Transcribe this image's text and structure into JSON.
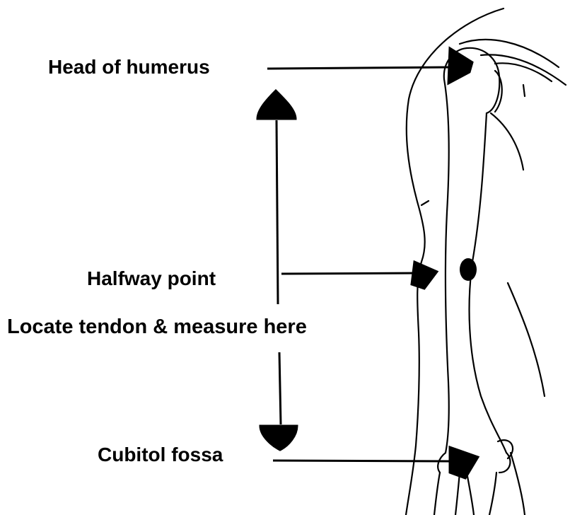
{
  "labels": {
    "head_of_humerus": "Head of humerus",
    "halfway_point": "Halfway point",
    "locate_tendon": "Locate tendon & measure here",
    "cubitol_fossa": "Cubitol fossa"
  },
  "colors": {
    "ink": "#000000",
    "background": "#ffffff"
  }
}
